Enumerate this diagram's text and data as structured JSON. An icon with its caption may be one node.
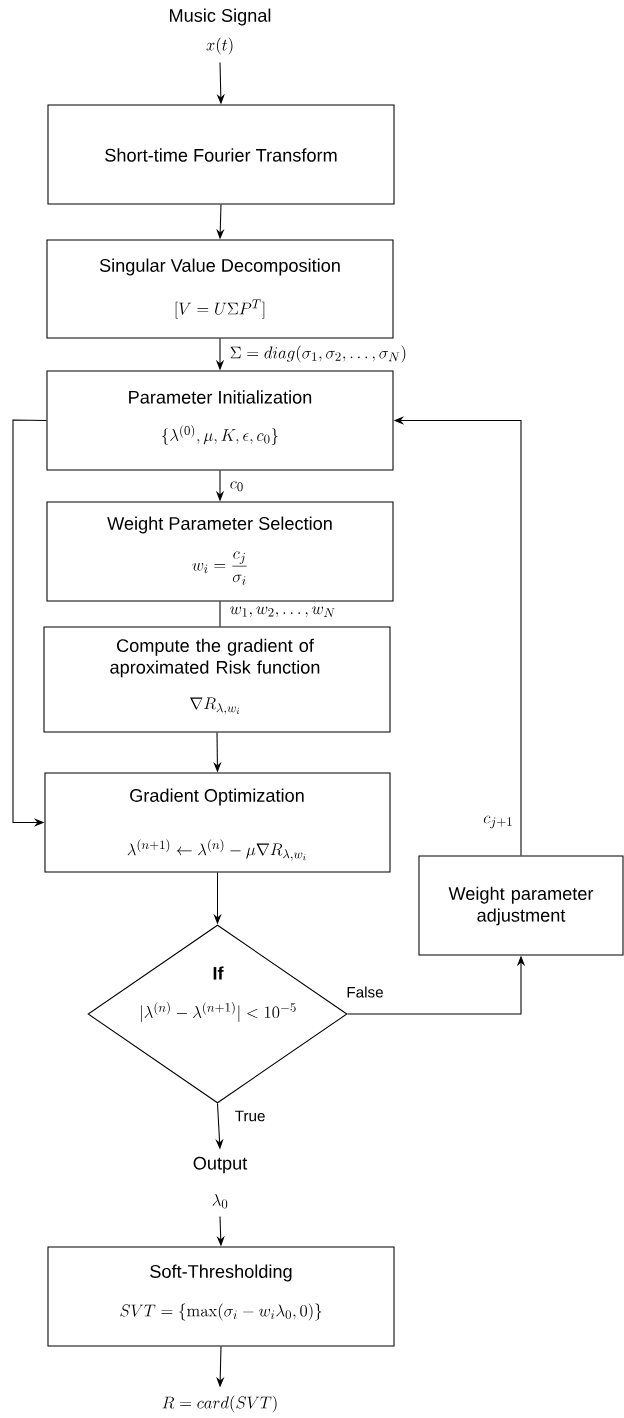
{
  "diagram": {
    "nodes": [
      {
        "text": [
          "Music Signal",
          "x(t)"
        ]
      },
      {
        "text": [
          "Short-time Fourier Transform"
        ]
      },
      {
        "text": [
          "Singular Value Decomposition",
          "[V = U\\Sigma P^T]"
        ]
      },
      {
        "text": [
          "Parameter Initialization",
          "\\{\\lambda^{(0)}, \\mu, K, \\epsilon, c_0\\}"
        ]
      },
      {
        "text": [
          "Weight Parameter Selection",
          "w_i = \\dfrac{c_j}{\\sigma_i}"
        ]
      },
      {
        "text": [
          "Compute the gradient of aproximated Risk function",
          "\\nabla R_{\\lambda, w_i}"
        ]
      },
      {
        "text": [
          "Gradient Optimization",
          "\\lambda^{(n+1)} \\leftarrow \\lambda^{(n)} - \\mu \\nabla R_{\\lambda, w_i}"
        ]
      },
      {
        "text": [
          "Weight parameter adjustment"
        ]
      },
      {
        "text": [
          "If",
          "|\\lambda^{(n)} - \\lambda^{(n+1)}| < 10^{-5}"
        ]
      },
      {
        "text": [
          "Output",
          "\\lambda_0"
        ]
      },
      {
        "text": [
          "Soft-Thresholding",
          "SVT = \\{\\max(\\sigma_i - w_i\\lambda_0, 0)\\}"
        ]
      },
      {
        "text": [
          "R = card(SVT)"
        ]
      }
    ],
    "edges": [
      {
        "from": 0,
        "to": 1,
        "arrow": "to"
      },
      {
        "from": 1,
        "to": 2,
        "arrow": "to"
      },
      {
        "from": 2,
        "to": 3,
        "arrow": "to",
        "label": "\\Sigma = diag(\\sigma_1, \\sigma_2, \\ldots, \\sigma_N)"
      },
      {
        "from": 3,
        "to": 4,
        "arrow": "to",
        "label": "c_0"
      },
      {
        "from": 4,
        "to": 5,
        "arrow": "none",
        "label": "w_1, w_2, \\ldots, w_N"
      },
      {
        "from": 5,
        "to": 6,
        "arrow": "to"
      },
      {
        "from": 3,
        "to": 6,
        "arrow": "to"
      },
      {
        "from": 6,
        "to": 8,
        "arrow": "to"
      },
      {
        "from": 8,
        "to": 7,
        "arrow": "to",
        "label": "False"
      },
      {
        "from": 7,
        "to": 3,
        "arrow": "to",
        "label": "c_{j+1}"
      },
      {
        "from": 8,
        "to": 9,
        "arrow": "to",
        "label": "True"
      },
      {
        "from": 9,
        "to": 10,
        "arrow": "to"
      },
      {
        "from": 10,
        "to": 11,
        "arrow": "to"
      }
    ]
  }
}
